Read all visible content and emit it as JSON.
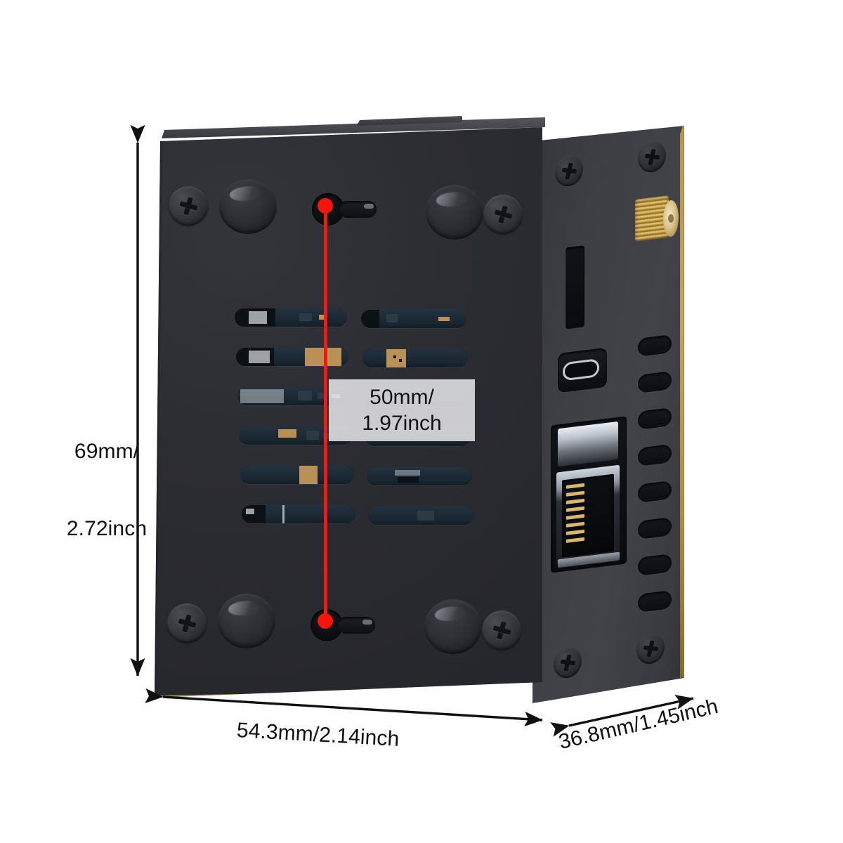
{
  "image": {
    "subject": "metal enclosure case for single-board computer",
    "background_color": "#ffffff"
  },
  "dimensions": {
    "height": {
      "name": "height",
      "value": "69mm/\n2.72inch",
      "line1": "69mm/",
      "line2": "2.72inch"
    },
    "width": {
      "name": "width",
      "value": "54.3mm/2.14inch"
    },
    "depth": {
      "name": "depth",
      "value": "36.8mm/1.45inch"
    },
    "mount_spacing": {
      "name": "mounting-hole-spacing",
      "line1": "50mm/",
      "line2": "1.97inch"
    }
  },
  "colors": {
    "measure_line": "#f21a14",
    "callout_background": "#e2e3e5",
    "text": "#111111",
    "arrow": "#111111",
    "case_front": "#2c2d32",
    "case_side": "#3e4045",
    "edge_highlight": "#c9a451",
    "connector_gold": "#d8c28b",
    "pcb": "#1a2732"
  },
  "device": {
    "front_face": {
      "name": "front-face",
      "screws": [
        {
          "name": "screw-top-left"
        },
        {
          "name": "screw-top-right"
        },
        {
          "name": "screw-bottom-left"
        },
        {
          "name": "screw-bottom-right"
        }
      ],
      "bosses": [
        {
          "name": "boss-top-left"
        },
        {
          "name": "boss-top-right"
        },
        {
          "name": "boss-bottom-left"
        },
        {
          "name": "boss-bottom-right"
        }
      ],
      "keyholes": [
        {
          "name": "mounting-keyhole-top"
        },
        {
          "name": "mounting-keyhole-bottom"
        }
      ],
      "vent_rows": 6,
      "vent_columns": 2
    },
    "side_panel": {
      "name": "right-side-panel",
      "ports": [
        {
          "name": "sma-antenna-connector",
          "label": "SMA antenna connector"
        },
        {
          "name": "micro-hdmi-slot",
          "label": "thin vertical slot"
        },
        {
          "name": "usb-c-port",
          "label": "USB-C port"
        },
        {
          "name": "rj45-ethernet-port",
          "label": "RJ45 ethernet jack"
        }
      ],
      "vent_count": 8,
      "screws": [
        {
          "name": "side-screw-top-left"
        },
        {
          "name": "side-screw-top-right"
        },
        {
          "name": "side-screw-bottom-left"
        },
        {
          "name": "side-screw-bottom-right"
        }
      ]
    }
  },
  "annotations": {
    "height_arrow": {
      "name": "height-dimension-arrow",
      "style": "double-headed vertical"
    },
    "width_arrow": {
      "name": "width-dimension-arrow",
      "style": "double-headed horizontal"
    },
    "depth_arrow": {
      "name": "depth-dimension-arrow",
      "style": "double-headed diagonal"
    },
    "center_line": {
      "name": "mounting-hole-measure-line",
      "style": "red line with end dots"
    }
  }
}
